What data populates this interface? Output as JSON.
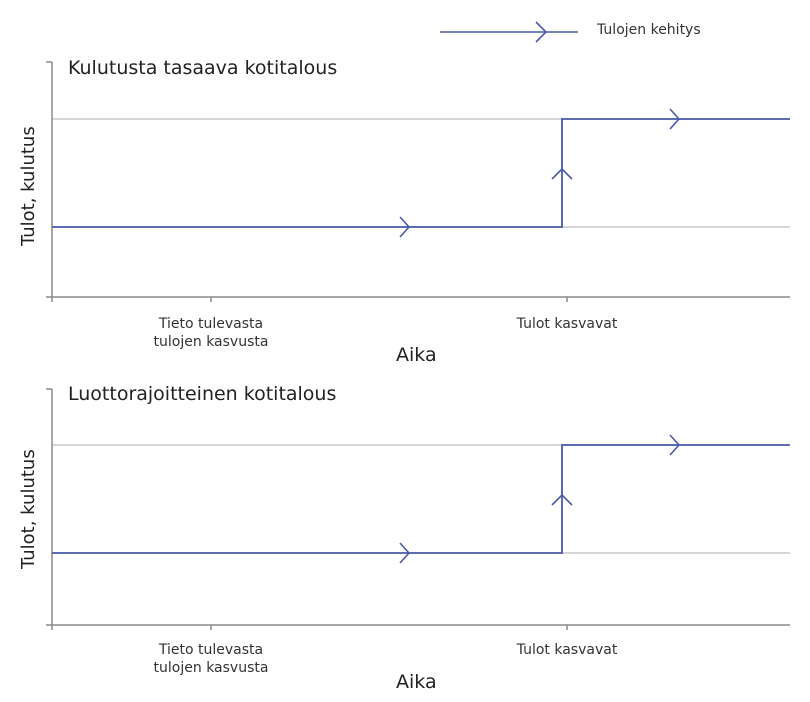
{
  "legend": {
    "label": "Tulojen kehitys",
    "color": "#4b5aa8",
    "icon": "arrow-right-line-icon"
  },
  "colors": {
    "series": "#4b5aa8",
    "axis": "#8a8a8a",
    "gridline": "#c9c9c9"
  },
  "panels": [
    {
      "title": "Kulutusta tasaava kotitalous",
      "ylabel": "Tulot, kulutus",
      "xlabel": "Aika",
      "xticks": [
        {
          "line1": "Tieto tulevasta",
          "line2": "tulojen kasvusta"
        },
        {
          "line1": "Tulot kasvavat",
          "line2": ""
        }
      ]
    },
    {
      "title": "Luottorajoitteinen kotitalous",
      "ylabel": "Tulot, kulutus",
      "xlabel": "Aika",
      "xticks": [
        {
          "line1": "Tieto tulevasta",
          "line2": "tulojen kasvusta"
        },
        {
          "line1": "Tulot kasvavat",
          "line2": ""
        }
      ]
    }
  ],
  "chart_data": [
    {
      "type": "line",
      "title": "Kulutusta tasaava kotitalous",
      "xlabel": "Aika",
      "ylabel": "Tulot, kulutus",
      "categories": [
        "Tieto tulevasta tulojen kasvusta",
        "Tulot kasvavat"
      ],
      "gridlines": [
        "low",
        "high"
      ],
      "series": [
        {
          "name": "Tulojen kehitys",
          "shape": "step",
          "points": [
            [
              "start",
              "low"
            ],
            [
              "Tulot kasvavat",
              "low"
            ],
            [
              "Tulot kasvavat",
              "high"
            ],
            [
              "end",
              "high"
            ]
          ]
        }
      ],
      "legend_position": "top-right"
    },
    {
      "type": "line",
      "title": "Luottorajoitteinen kotitalous",
      "xlabel": "Aika",
      "ylabel": "Tulot, kulutus",
      "categories": [
        "Tieto tulevasta tulojen kasvusta",
        "Tulot kasvavat"
      ],
      "gridlines": [
        "low",
        "high"
      ],
      "series": [
        {
          "name": "Tulojen kehitys",
          "shape": "step",
          "points": [
            [
              "start",
              "low"
            ],
            [
              "Tulot kasvavat",
              "low"
            ],
            [
              "Tulot kasvavat",
              "high"
            ],
            [
              "end",
              "high"
            ]
          ]
        }
      ],
      "legend_position": "top-right"
    }
  ]
}
